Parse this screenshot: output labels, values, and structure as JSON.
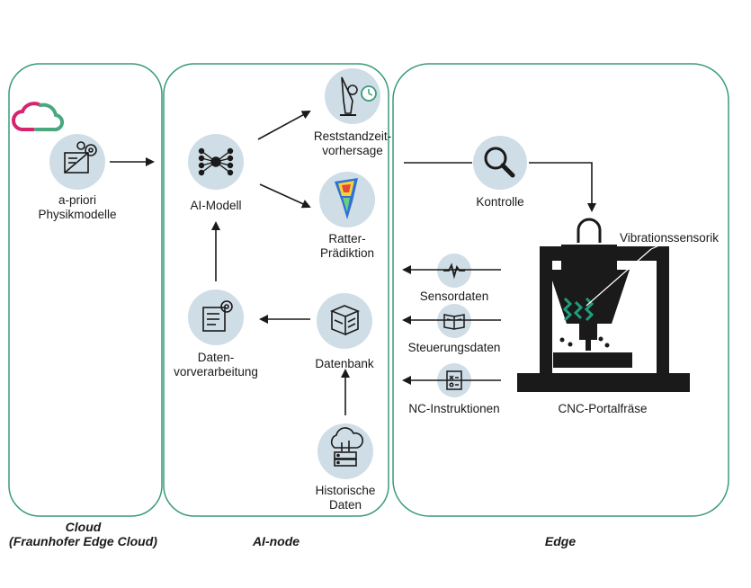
{
  "sections": {
    "cloud": {
      "title": "Cloud",
      "subtitle": "(Fraunhofer Edge Cloud)"
    },
    "ainode": {
      "title": "AI-node"
    },
    "edge": {
      "title": "Edge"
    }
  },
  "nodes": {
    "physik": {
      "line1": "a-priori",
      "line2": "Physikmodelle",
      "icon": "blueprint-gear-icon"
    },
    "aimodell": {
      "label": "AI-Modell",
      "icon": "neural-network-icon"
    },
    "reststand": {
      "line1": "Reststandzeit-",
      "line2": "vorhersage",
      "icon": "tool-clock-icon"
    },
    "ratter": {
      "line1": "Ratter-",
      "line2": "Prädiktion",
      "icon": "heatmap-tool-icon"
    },
    "datenvor": {
      "line1": "Daten-",
      "line2": "vorverarbeitung",
      "icon": "document-gear-icon"
    },
    "datenbank": {
      "label": "Datenbank",
      "icon": "database-icon"
    },
    "historisch": {
      "line1": "Historische",
      "line2": "Daten",
      "icon": "cloud-server-icon"
    },
    "kontrolle": {
      "label": "Kontrolle",
      "icon": "magnifier-icon"
    },
    "sensordaten": {
      "label": "Sensordaten",
      "icon": "signal-wave-icon"
    },
    "steuerung": {
      "label": "Steuerungsdaten",
      "icon": "book-icon"
    },
    "nc": {
      "label": "NC-Instruktionen",
      "icon": "instruction-sheet-icon"
    },
    "cnc": {
      "label": "CNC-Portalfräse",
      "icon": "cnc-machine-icon"
    },
    "vibration": {
      "label": "Vibrationssensorik"
    }
  },
  "colors": {
    "border": "#3a9b7a",
    "circle": "#cfdde6",
    "cloud_pink": "#d6246e",
    "cloud_green": "#4aa880",
    "sensor_green": "#1f9e7a",
    "dark": "#1a1a1a"
  }
}
